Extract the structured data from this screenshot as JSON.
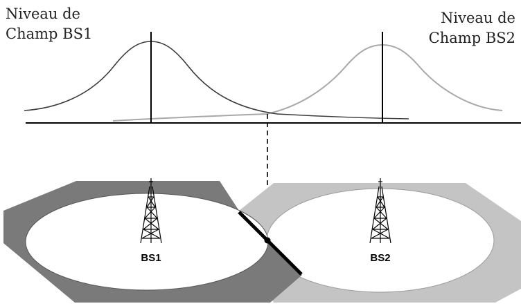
{
  "labels": {
    "bs1_level": [
      "Niveau de",
      "Champ BS1"
    ],
    "bs2_level": [
      "Niveau de",
      "Champ BS2"
    ]
  },
  "stations": {
    "bs1": "BS1",
    "bs2": "BS2"
  },
  "colors": {
    "cell_bs1": "#7a7a7a",
    "cell_bs2": "#c4c4c4",
    "curve_bs1": "#3a3a3a",
    "curve_bs2": "#a8a8a8",
    "ink": "#000000"
  }
}
